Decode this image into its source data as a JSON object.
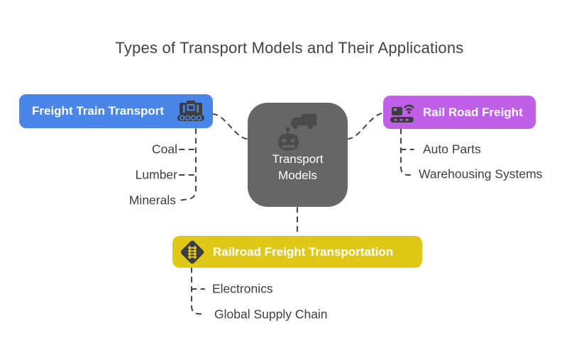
{
  "title": "Types of Transport Models and Their Applications",
  "center": {
    "label": "Transport\nModels",
    "icon": "truck-robot-icon",
    "color": "#666666"
  },
  "branches": [
    {
      "id": "freight-train-transport",
      "label": "Freight Train Transport",
      "color": "#4a86e8",
      "icon": "freight-train-icon",
      "icon_side": "right",
      "items": [
        "Coal",
        "Lumber",
        "Minerals"
      ]
    },
    {
      "id": "rail-road-freight",
      "label": "Rail Road Freight",
      "color": "#c05fe8",
      "icon": "smart-conveyor-icon",
      "icon_side": "left",
      "items": [
        "Auto Parts",
        "Warehousing Systems"
      ]
    },
    {
      "id": "railroad-freight-transportation",
      "label": "Railroad Freight Transportation",
      "color": "#e0c916",
      "icon": "railroad-crossing-icon",
      "icon_side": "left",
      "items": [
        "Electronics",
        "Global Supply Chain"
      ]
    }
  ],
  "colors": {
    "branch_blue": "#4a86e8",
    "branch_purple": "#c05fe8",
    "branch_yellow": "#e0c916",
    "center_gray": "#666666",
    "icon_dark": "#3d3d3d",
    "text_dark": "#3f3f3f",
    "title_text": "#424242",
    "connector": "#454545",
    "box_label_text": "#ffffff"
  },
  "connector_style": "dashed"
}
